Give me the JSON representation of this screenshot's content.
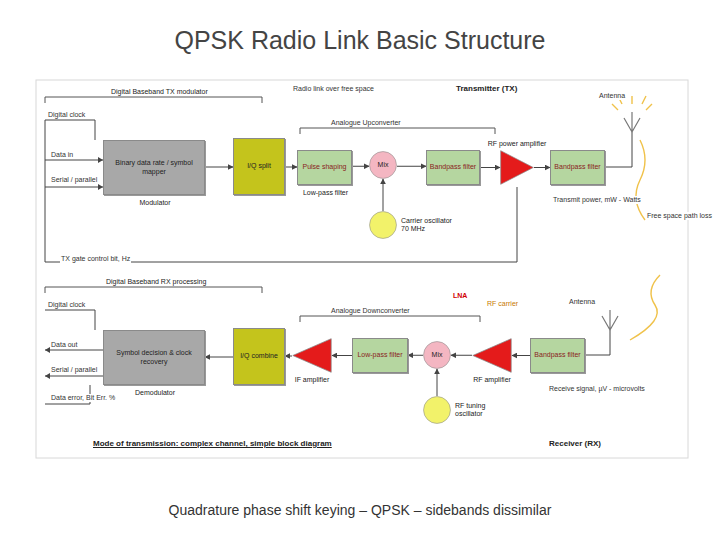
{
  "diagram": {
    "title": "QPSK Radio Link Basic Structure",
    "caption": "Quadrature phase shift keying – QPSK – sidebands dissimilar",
    "nodes": [
      {
        "text": [
          "Binary data rate / symbol mapper",
          "Modulator"
        ]
      },
      {
        "text": [
          "I/Q split"
        ]
      },
      {
        "text": [
          "Pulse shaping",
          "Low-pass filter"
        ]
      },
      {
        "text": [
          "Mix"
        ]
      },
      {
        "text": [
          "Carrier oscillator 70 MHz"
        ]
      },
      {
        "text": [
          "Bandpass filter"
        ]
      },
      {
        "text": [
          "RF power amplifier"
        ]
      },
      {
        "text": [
          "Bandpass filter"
        ]
      },
      {
        "text": [
          "Symbol decision & clock recovery",
          "Demodulator"
        ]
      },
      {
        "text": [
          "I/Q combine"
        ]
      },
      {
        "text": [
          "IF amplifier"
        ]
      },
      {
        "text": [
          "Low-pass filter"
        ]
      },
      {
        "text": [
          "Mix"
        ]
      },
      {
        "text": [
          "RF tuning oscillator"
        ]
      },
      {
        "text": [
          "RF amplifier"
        ]
      },
      {
        "text": [
          "Bandpass filter"
        ]
      }
    ],
    "edges": [
      {
        "from": 0,
        "to": 1,
        "arrow": "to"
      },
      {
        "from": 1,
        "to": 2,
        "arrow": "to"
      },
      {
        "from": 2,
        "to": 3,
        "arrow": "to"
      },
      {
        "from": 4,
        "to": 3,
        "arrow": "to"
      },
      {
        "from": 3,
        "to": 5,
        "arrow": "to"
      },
      {
        "from": 5,
        "to": 6,
        "arrow": "to"
      },
      {
        "from": 6,
        "to": 7,
        "arrow": "to"
      },
      {
        "from": 15,
        "to": 14,
        "arrow": "to"
      },
      {
        "from": 14,
        "to": 12,
        "arrow": "to"
      },
      {
        "from": 13,
        "to": 12,
        "arrow": "to"
      },
      {
        "from": 12,
        "to": 11,
        "arrow": "to"
      },
      {
        "from": 11,
        "to": 10,
        "arrow": "to"
      },
      {
        "from": 10,
        "to": 9,
        "arrow": "to"
      },
      {
        "from": 9,
        "to": 8,
        "arrow": "to"
      }
    ],
    "labels": [
      "Digital clock",
      "Data in",
      "Serial / parallel",
      "Digital Baseband TX modulator",
      "Radio link over free space",
      "Transmitter (TX)",
      "Analogue Upconverter",
      "Transmit power, mW - Watts",
      "Antenna",
      "Free space path loss",
      "TX gate control bit, Hz",
      "Digital clock",
      "Digital Baseband RX processing",
      "Analogue Downconverter",
      "LNA",
      "RF carrier",
      "Antenna",
      "Data out",
      "Serial / parallel",
      "Data error, Bit Err. %",
      "Receive signal, µV - microvolts",
      "Mode of transmission: complex channel, simple block diagram",
      "Receiver (RX)"
    ]
  }
}
